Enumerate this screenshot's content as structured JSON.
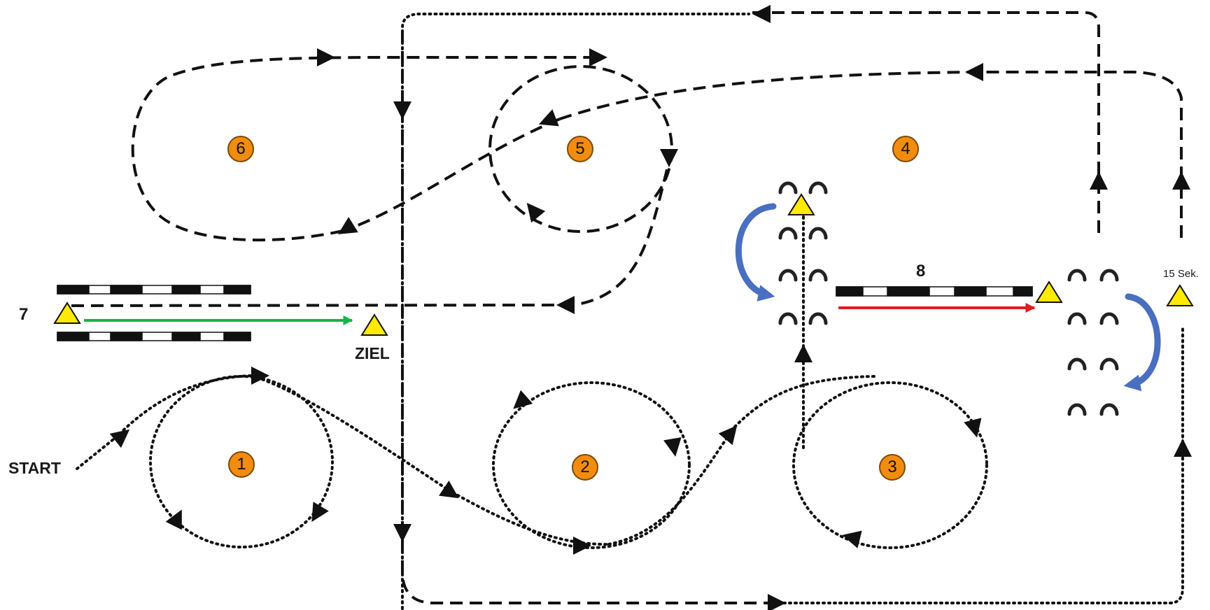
{
  "labels": {
    "start": "START",
    "finish": "ZIEL",
    "obstacle_7": "7",
    "obstacle_8": "8",
    "wait_time": "15 Sek."
  },
  "stations": [
    {
      "number": "1"
    },
    {
      "number": "2"
    },
    {
      "number": "3"
    },
    {
      "number": "4"
    },
    {
      "number": "5"
    },
    {
      "number": "6"
    }
  ],
  "colors": {
    "station_fill": "#f28c0f",
    "marker_fill": "#ffea00",
    "path": "#111111",
    "arrow_green": "#1ab34a",
    "arrow_red": "#e01b1b",
    "arrow_blue": "#4a6fc0"
  },
  "icons": {
    "cone": "triangle-marker-icon",
    "horseshoe": "horseshoe-icon",
    "turn": "curved-turn-arrow-icon"
  }
}
